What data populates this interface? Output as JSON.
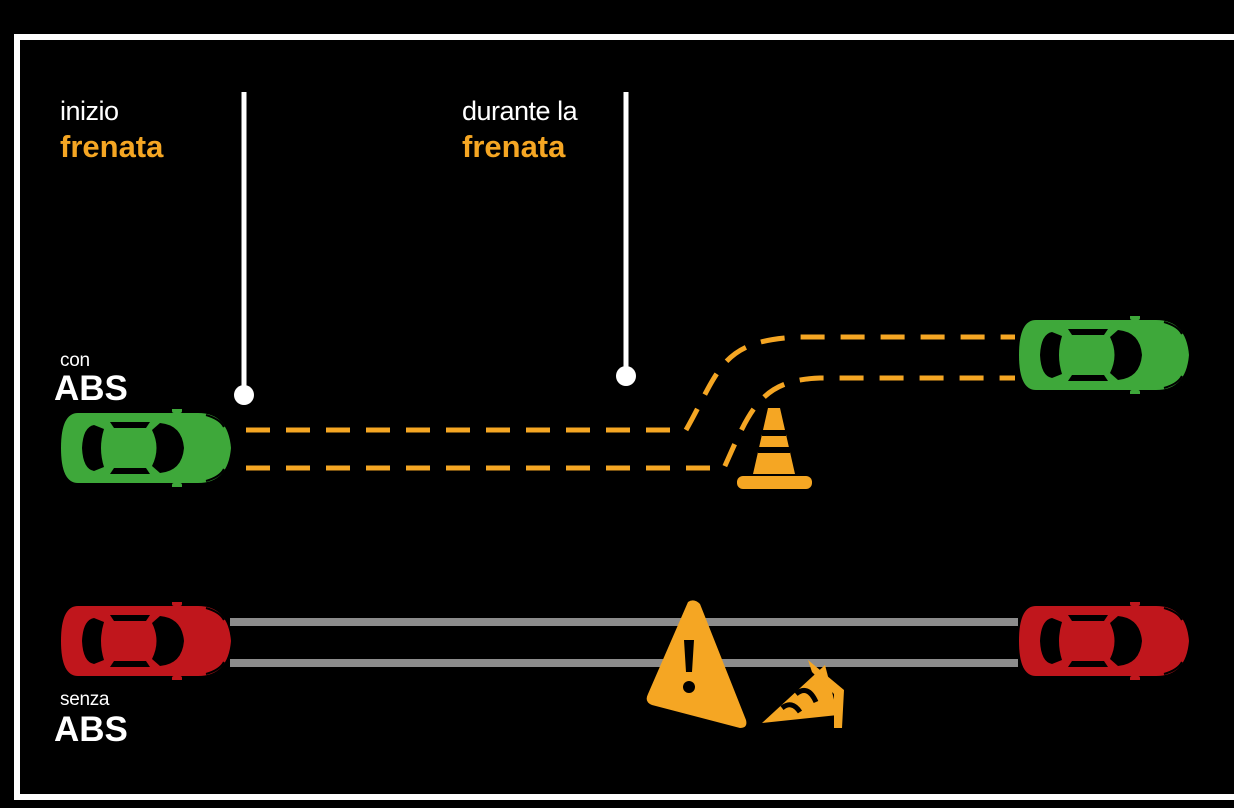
{
  "labels": {
    "start": {
      "line1": "inizio",
      "line2": "frenata"
    },
    "during": {
      "line1": "durante la",
      "line2": "frenata"
    },
    "with_abs": {
      "small": "con",
      "big": "ABS"
    },
    "without_abs": {
      "small": "senza",
      "big": "ABS"
    }
  },
  "colors": {
    "background": "#000000",
    "frame": "#ffffff",
    "accent_yellow": "#f5a623",
    "car_green": "#3ea83a",
    "car_red": "#c0161c",
    "skid_grey": "#8c8c8c",
    "marker_white": "#ffffff"
  },
  "icons": [
    "green-car-icon",
    "red-car-icon",
    "traffic-cone-icon",
    "fallen-cone-icon",
    "warning-triangle-icon"
  ]
}
